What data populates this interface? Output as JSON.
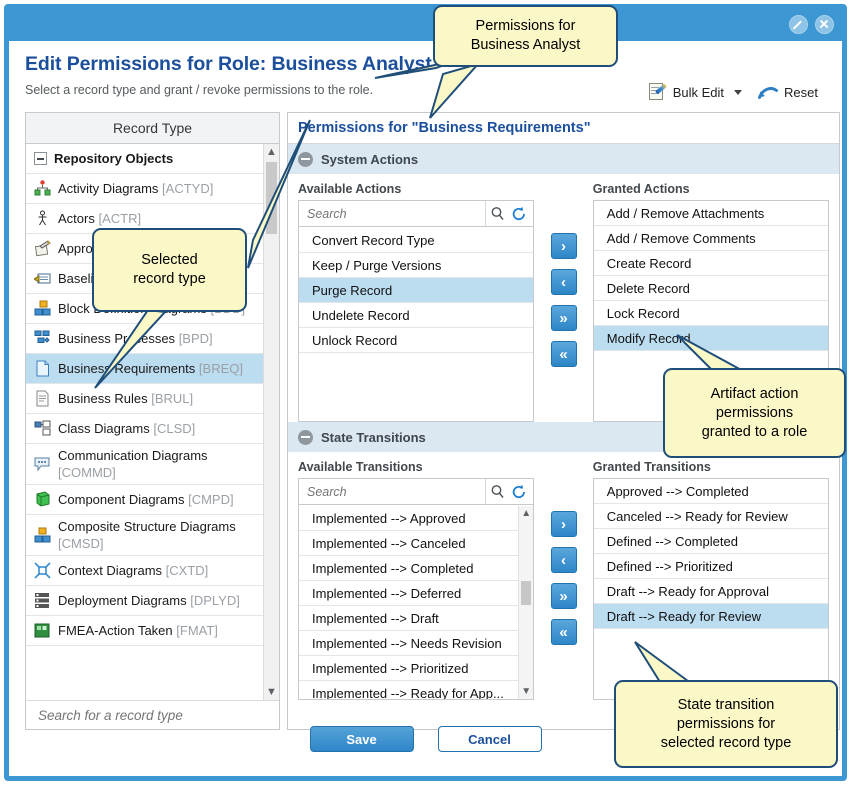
{
  "window": {
    "buttons": [
      {
        "name": "block-icon",
        "label": ""
      },
      {
        "name": "close-icon",
        "label": ""
      }
    ]
  },
  "header": {
    "title": "Edit Permissions for Role: Business Analyst",
    "subtitle": "Select a record type and grant / revoke permissions to the role.",
    "toolbar": {
      "bulk_edit_label": "Bulk Edit",
      "reset_label": "Reset"
    }
  },
  "record_type_panel": {
    "column_header": "Record Type",
    "group_label": "Repository Objects",
    "search_placeholder": "Search for a record type",
    "items": [
      {
        "label": "Activity Diagrams",
        "code": "[ACTYD]",
        "icon": "activity-diagram-icon",
        "selected": false
      },
      {
        "label": "Actors",
        "code": "[ACTR]",
        "icon": "actor-icon",
        "selected": false
      },
      {
        "label": "Approvals",
        "code": "",
        "icon": "approval-icon",
        "selected": false
      },
      {
        "label": "Baselines",
        "code": "",
        "icon": "baseline-icon",
        "selected": false
      },
      {
        "label": "Block Definition Diagrams",
        "code": "[BDD]",
        "icon": "block-diagram-icon",
        "selected": false
      },
      {
        "label": "Business Processes",
        "code": "[BPD]",
        "icon": "business-process-icon",
        "selected": false
      },
      {
        "label": "Business Requirements",
        "code": "[BREQ]",
        "icon": "requirement-icon",
        "selected": true
      },
      {
        "label": "Business Rules",
        "code": "[BRUL]",
        "icon": "rule-icon",
        "selected": false
      },
      {
        "label": "Class Diagrams",
        "code": "[CLSD]",
        "icon": "class-diagram-icon",
        "selected": false
      },
      {
        "label": "Communication Diagrams",
        "code": "[COMMD]",
        "icon": "communication-diagram-icon",
        "selected": false
      },
      {
        "label": "Component Diagrams",
        "code": "[CMPD]",
        "icon": "component-diagram-icon",
        "selected": false
      },
      {
        "label": "Composite Structure Diagrams",
        "code": "[CMSD]",
        "icon": "composite-structure-icon",
        "selected": false
      },
      {
        "label": "Context Diagrams",
        "code": "[CXTD]",
        "icon": "context-diagram-icon",
        "selected": false
      },
      {
        "label": "Deployment Diagrams",
        "code": "[DPLYD]",
        "icon": "deployment-diagram-icon",
        "selected": false
      },
      {
        "label": "FMEA-Action Taken",
        "code": "[FMAT]",
        "icon": "fmea-icon",
        "selected": false
      }
    ]
  },
  "permissions_panel": {
    "title": "Permissions for \"Business Requirements\"",
    "sections": [
      {
        "name": "system-actions",
        "heading": "System Actions",
        "available_label": "Available Actions",
        "granted_label": "Granted Actions",
        "search_placeholder": "Search",
        "available": [
          {
            "label": "Convert Record Type",
            "selected": false
          },
          {
            "label": "Keep / Purge Versions",
            "selected": false
          },
          {
            "label": "Purge Record",
            "selected": true
          },
          {
            "label": "Undelete Record",
            "selected": false
          },
          {
            "label": "Unlock Record",
            "selected": false
          }
        ],
        "granted": [
          {
            "label": "Add / Remove Attachments",
            "selected": false
          },
          {
            "label": "Add / Remove Comments",
            "selected": false
          },
          {
            "label": "Create Record",
            "selected": false
          },
          {
            "label": "Delete Record",
            "selected": false
          },
          {
            "label": "Lock Record",
            "selected": false
          },
          {
            "label": "Modify Record",
            "selected": true
          }
        ],
        "has_available_scrollbar": false
      },
      {
        "name": "state-transitions",
        "heading": "State Transitions",
        "available_label": "Available Transitions",
        "granted_label": "Granted Transitions",
        "search_placeholder": "Search",
        "available": [
          {
            "label": "Implemented --> Approved",
            "selected": false
          },
          {
            "label": "Implemented --> Canceled",
            "selected": false
          },
          {
            "label": "Implemented --> Completed",
            "selected": false
          },
          {
            "label": "Implemented --> Deferred",
            "selected": false
          },
          {
            "label": "Implemented --> Draft",
            "selected": false
          },
          {
            "label": "Implemented --> Needs Revision",
            "selected": false
          },
          {
            "label": "Implemented --> Prioritized",
            "selected": false
          },
          {
            "label": "Implemented --> Ready for App...",
            "selected": false
          }
        ],
        "granted": [
          {
            "label": "Approved --> Completed",
            "selected": false
          },
          {
            "label": "Canceled --> Ready for Review",
            "selected": false
          },
          {
            "label": "Defined --> Completed",
            "selected": false
          },
          {
            "label": "Defined --> Prioritized",
            "selected": false
          },
          {
            "label": "Draft --> Ready for Approval",
            "selected": false
          },
          {
            "label": "Draft --> Ready for Review",
            "selected": true
          }
        ],
        "has_available_scrollbar": true
      }
    ],
    "move_buttons": [
      {
        "name": "move-right-button",
        "glyph": "›"
      },
      {
        "name": "move-left-button",
        "glyph": "‹"
      },
      {
        "name": "move-all-right-button",
        "glyph": "»"
      },
      {
        "name": "move-all-left-button",
        "glyph": "«"
      }
    ]
  },
  "footer": {
    "save_label": "Save",
    "cancel_label": "Cancel"
  },
  "annotations": [
    {
      "name": "callout-permissions-for-role",
      "text": "Permissions for\nBusiness Analyst"
    },
    {
      "name": "callout-selected-record-type",
      "text": "Selected\nrecord type"
    },
    {
      "name": "callout-artifact-action-permissions",
      "text": "Artifact action\npermissions\ngranted to a role"
    },
    {
      "name": "callout-state-transition-permissions",
      "text": "State transition\npermissions for\nselected record type"
    }
  ],
  "colors": {
    "accent_blue": "#3d97d3",
    "title_blue": "#1b4f9c",
    "selection_blue": "#bcdcf0",
    "section_header": "#dbe7f1",
    "callout_fill": "#fbf8c8",
    "callout_border": "#1f4e79"
  }
}
